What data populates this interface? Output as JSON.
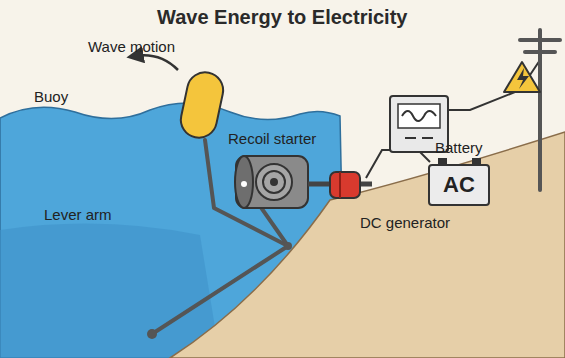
{
  "diagram": {
    "title": "Wave Energy to Electricity",
    "nodes": [
      {
        "text": [
          "Battery",
          "AC"
        ]
      }
    ],
    "labels": [
      "Wave motion",
      "Buoy",
      "Recoil starter",
      "Lever arm",
      "DC generator"
    ]
  }
}
